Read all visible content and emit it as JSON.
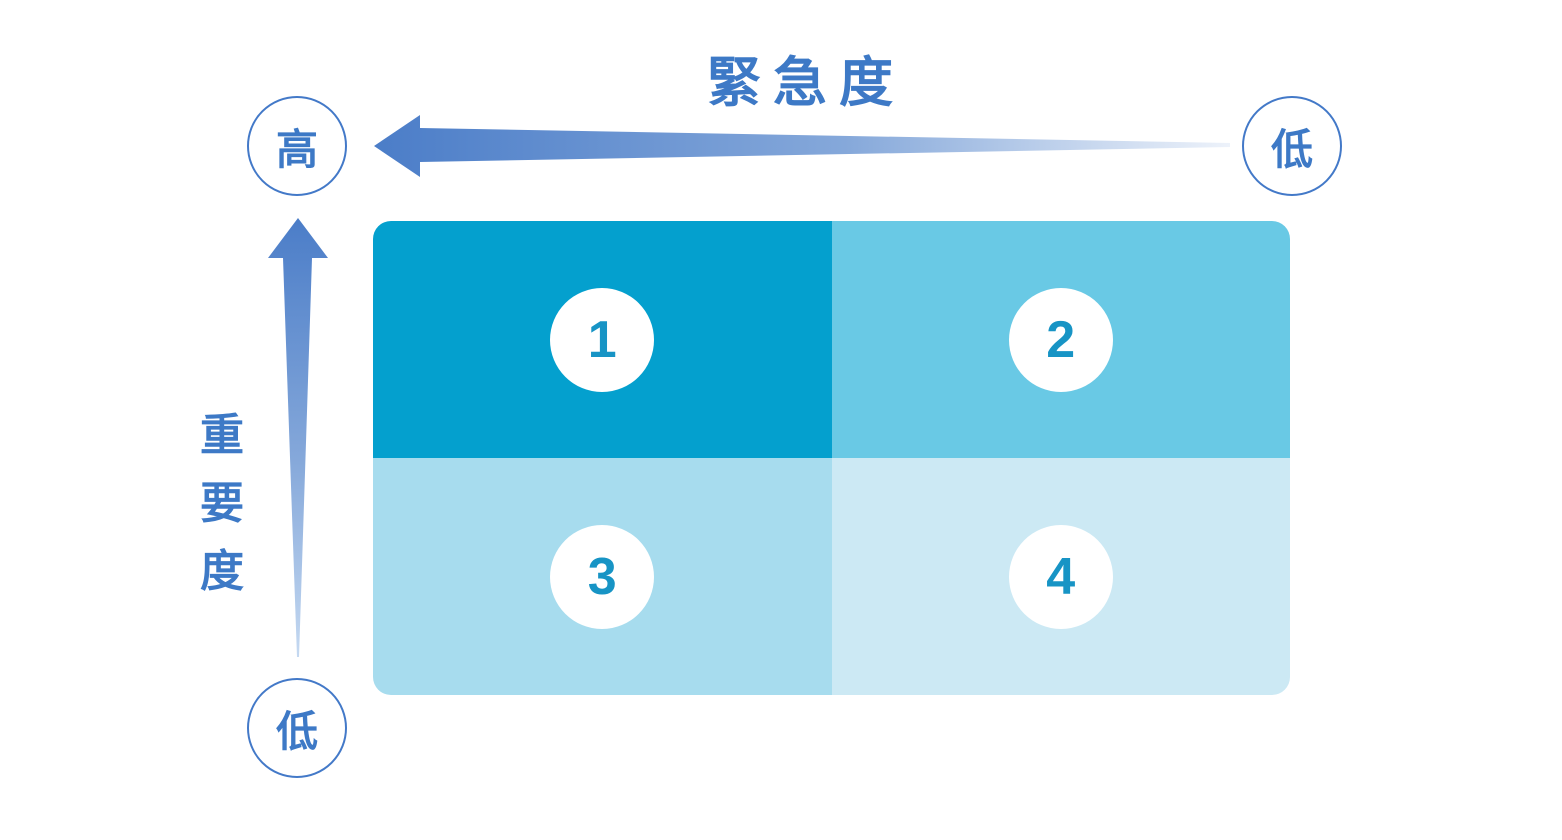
{
  "urgency_axis": {
    "title": "緊急度",
    "low_label": "低"
  },
  "importance_axis": {
    "title": "重要度",
    "title_chars": [
      "重",
      "要",
      "度"
    ],
    "low_label": "低"
  },
  "high_badge": {
    "label": "高"
  },
  "quadrants": [
    {
      "number": "1",
      "bg": "#04A0CE"
    },
    {
      "number": "2",
      "bg": "#69C9E5"
    },
    {
      "number": "3",
      "bg": "#A7DCEE"
    },
    {
      "number": "4",
      "bg": "#CCE9F4"
    }
  ],
  "colors": {
    "axis_text": "#3D79C6",
    "badge_border": "#4379C8",
    "arrow_head": "#4B7DC8",
    "arrow_mid": "#85A8DA",
    "arrow_tail_horizontal": "#EDF2FA",
    "arrow_tail_vertical": "#C5D9F1",
    "quadrant_number": "#1794C5",
    "background": "#FFFFFF"
  }
}
